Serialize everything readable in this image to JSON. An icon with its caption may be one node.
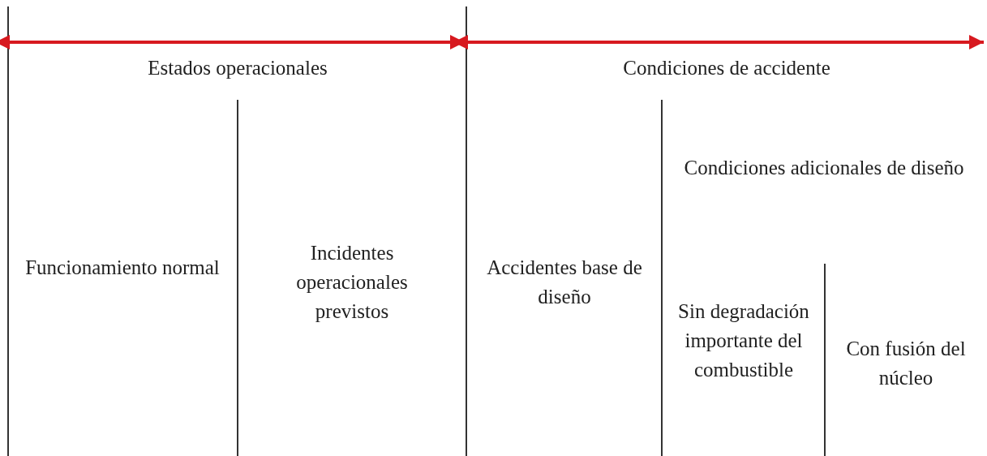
{
  "diagram": {
    "labels": [
      "Estados operacionales",
      "Condiciones de accidente",
      "Condiciones adicionales de diseño",
      "Funcionamiento normal",
      "Incidentes operacionales previstos",
      "Accidentes base de diseño",
      "Sin degradación importante del combustible",
      "Con fusión del núcleo"
    ]
  }
}
